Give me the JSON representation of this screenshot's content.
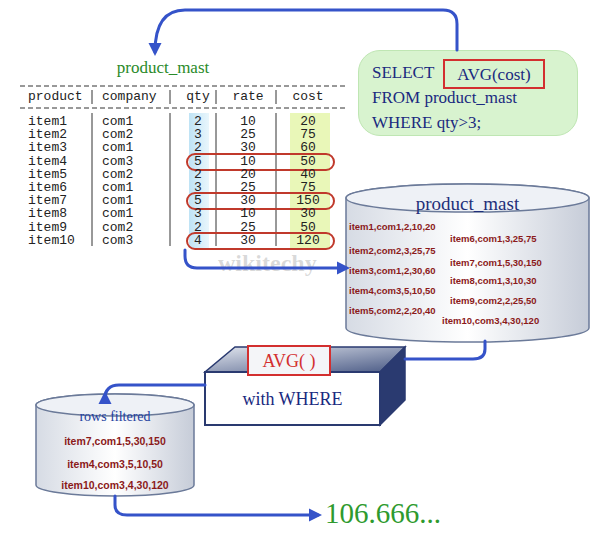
{
  "diagram": {
    "nodes": [
      {
        "text": [
          "product_mast"
        ]
      },
      {
        "text": [
          "SELECT",
          "FROM product_mast",
          "WHERE qty>3;"
        ]
      },
      {
        "text": [
          "AVG(cost)"
        ],
        "in": 1
      },
      {
        "text": [
          "product_mast",
          "item1,com1,2,10,20",
          "item6,com1,3,25,75",
          "item2,com2,3,25,75",
          "item7,com1,5,30,150",
          "item3,com1,2,30,60",
          "item8,com1,3,10,30",
          "item4,com3,5,10,50",
          "item9,com2,2,25,50",
          "item5,com2,2,20,40",
          "item10,com3,4,30,120"
        ]
      },
      {
        "text": [
          "with WHERE"
        ]
      },
      {
        "text": [
          "AVG( )"
        ],
        "in": 4
      },
      {
        "text": [
          "rows filtered",
          "item7,com1,5,30,150",
          "item4,com3,5,10,50",
          "item10,com3,4,30,120"
        ]
      },
      {
        "text": [
          "106.666..."
        ]
      }
    ],
    "edges": [
      {
        "from": 1,
        "to": 0,
        "arrow": "to"
      },
      {
        "from": 0,
        "to": 3,
        "arrow": "to"
      },
      {
        "from": 3,
        "to": 4,
        "arrow": "none"
      },
      {
        "from": 4,
        "to": 6,
        "arrow": "to"
      },
      {
        "from": 6,
        "to": 7,
        "arrow": "to"
      }
    ],
    "labels": [
      "product",
      "company",
      "qty",
      "rate",
      "cost",
      "item1",
      "com1",
      "2",
      "10",
      "20",
      "item2",
      "com2",
      "3",
      "25",
      "75",
      "item3",
      "com1",
      "2",
      "30",
      "60",
      "item4",
      "com3",
      "5",
      "10",
      "50",
      "item5",
      "com2",
      "2",
      "20",
      "40",
      "item6",
      "com1",
      "3",
      "25",
      "75",
      "item7",
      "com1",
      "5",
      "30",
      "150",
      "item8",
      "com1",
      "3",
      "10",
      "30",
      "item9",
      "com2",
      "2",
      "25",
      "50",
      "item10",
      "com3",
      "4",
      "30",
      "120",
      "wikitechy"
    ]
  }
}
